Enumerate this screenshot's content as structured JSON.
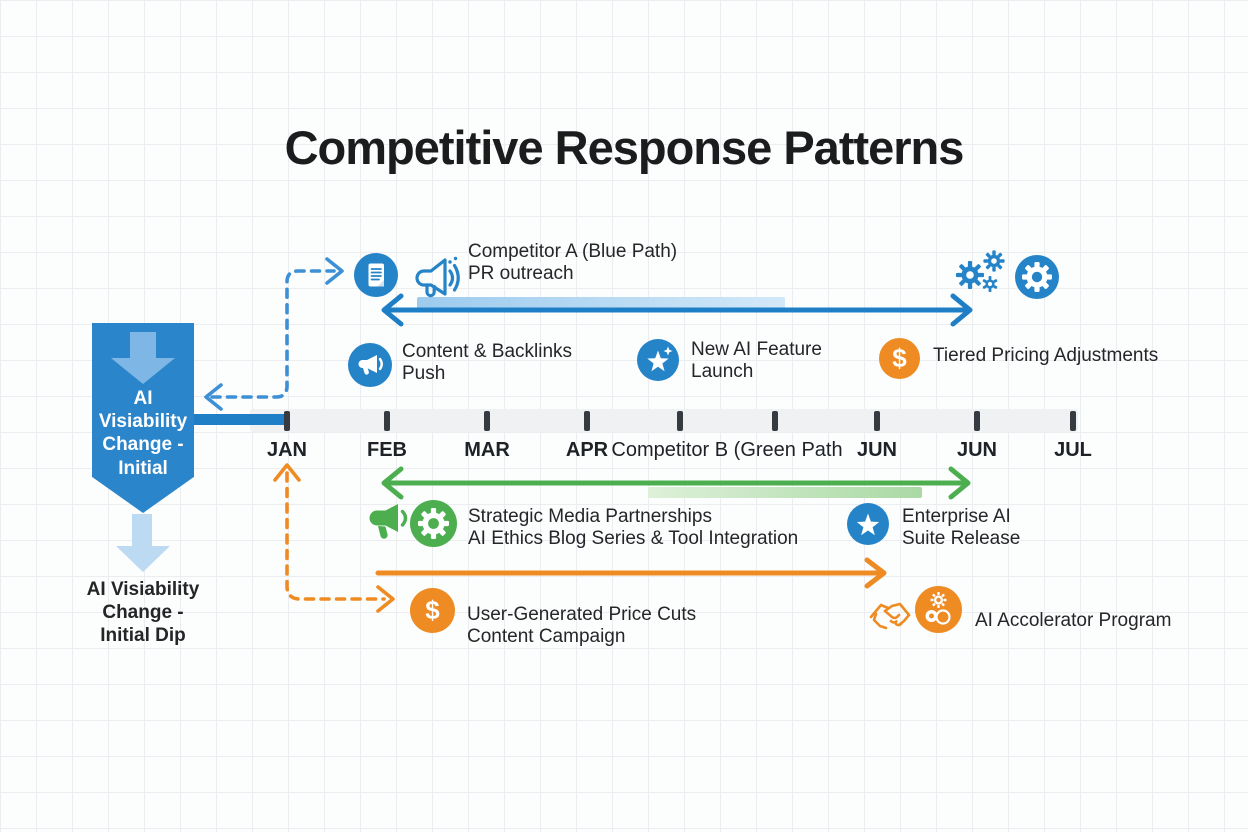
{
  "title": "Competitive Response Patterns",
  "colors": {
    "blue": "#1f7fc6",
    "green": "#4cae4f",
    "orange": "#ee8b23",
    "light_blue_band": "#a9d2ef",
    "light_green_band": "#bfe3ba",
    "timeline_bar": "#f0f1f3",
    "text": "#242629"
  },
  "left_panel": {
    "banner_label": "AI Visiability\nChange -\nInitial",
    "caption_label": "AI Visiability\nChange -\nInitial Dip"
  },
  "blue_path": {
    "header_label": "Competitor A (Blue Path)\nPR outreach",
    "milestones": [
      {
        "icon": "megaphone-icon",
        "label": "Content & Backlinks\nPush"
      },
      {
        "icon": "star-icon",
        "label": "New AI Feature\nLaunch"
      },
      {
        "icon": "dollar-icon",
        "label": "Tiered Pricing Adjustments"
      }
    ]
  },
  "timeline": {
    "months": [
      "JAN",
      "FEB",
      "MAR",
      "APR",
      "Competitor B (Green Path",
      "JUN",
      "JUN",
      "JUL"
    ]
  },
  "green_path": {
    "milestones": [
      {
        "icon": "megaphone-gear-icon",
        "label": "Strategic Media Partnerships\nAI Ethics Blog Series & Tool Integration"
      },
      {
        "icon": "star-icon",
        "label": "Enterprise AI\nSuite Release"
      }
    ]
  },
  "orange_path": {
    "milestones": [
      {
        "icon": "dollar-icon",
        "label": "User-Generated Price Cuts\nContent Campaign"
      },
      {
        "icon": "handshake-gear-icon",
        "label": "AI Accolerator Program"
      }
    ]
  },
  "icons": {
    "dollar_glyph": "$"
  }
}
